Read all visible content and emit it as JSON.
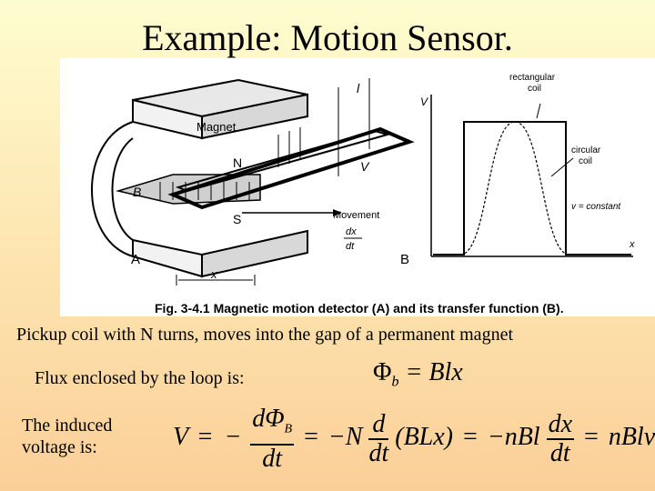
{
  "title": "Example: Motion Sensor.",
  "figure": {
    "labels": {
      "magnet": "Magnet",
      "n": "N",
      "s": "S",
      "b": "B",
      "l": "l",
      "v": "V",
      "movement": "Movement",
      "dx": "dx",
      "dt": "dt",
      "x": "x",
      "a": "A",
      "b_panel": "B",
      "v_axis": "V",
      "x_axis": "x",
      "rectangular_coil_1": "rectangular",
      "rectangular_coil_2": "coil",
      "circular_coil_1": "circular",
      "circular_coil_2": "coil",
      "v_constant": "v = constant"
    },
    "caption": "Fig. 3-4.1  Magnetic motion detector (A) and its transfer function (B)."
  },
  "text": {
    "line1": "Pickup coil with N turns, moves into the gap of a permanent magnet",
    "line2": "Flux enclosed by the loop is:",
    "line3": "The induced voltage is:"
  },
  "equations": {
    "flux_lhs": "Φ",
    "flux_sub": "b",
    "flux_rhs": "= Blx",
    "v": "V",
    "eq": "=",
    "minus": "−",
    "dphi": "dΦ",
    "dphi_sub": "B",
    "dt": "dt",
    "minus_n": "−N",
    "d": "d",
    "blx": "(BLx)",
    "nbl": "−nBl",
    "dx": "dx",
    "nblv": "nBlv"
  }
}
